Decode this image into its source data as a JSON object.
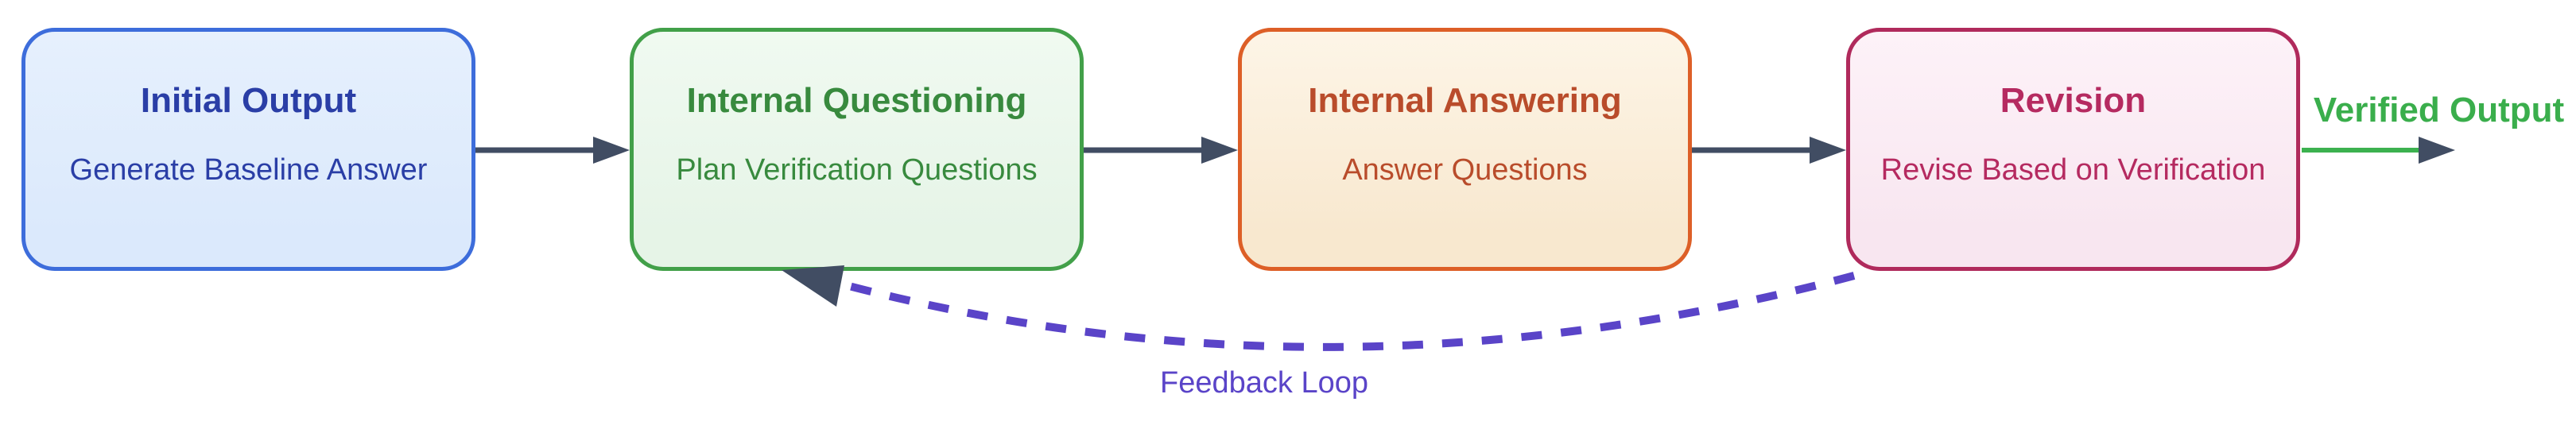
{
  "diagram": {
    "nodes": [
      {
        "id": "initial-output",
        "title": "Initial Output",
        "subtitle": "Generate Baseline Answer",
        "fill": "#dbe9fc",
        "fill_light": "#e6f0fd",
        "border": "#3d6ddb",
        "text_color": "#2a3ea6"
      },
      {
        "id": "internal-questioning",
        "title": "Internal Questioning",
        "subtitle": "Plan Verification Questions",
        "fill": "#e6f4e7",
        "fill_light": "#f0faf1",
        "border": "#42a049",
        "text_color": "#388a3e"
      },
      {
        "id": "internal-answering",
        "title": "Internal Answering",
        "subtitle": "Answer Questions",
        "fill": "#f8e8cf",
        "fill_light": "#fdf5e7",
        "border": "#dd5f27",
        "text_color": "#b94c2b"
      },
      {
        "id": "revision",
        "title": "Revision",
        "subtitle": "Revise Based on Verification",
        "fill": "#f8e6f0",
        "fill_light": "#fdf2f8",
        "border": "#b02a5c",
        "text_color": "#b52a60"
      }
    ],
    "edges": [
      {
        "from": "initial-output",
        "to": "internal-questioning",
        "style": "solid",
        "color": "#414d63"
      },
      {
        "from": "internal-questioning",
        "to": "internal-answering",
        "style": "solid",
        "color": "#414d63"
      },
      {
        "from": "internal-answering",
        "to": "revision",
        "style": "solid",
        "color": "#414d63"
      },
      {
        "from": "revision",
        "to": "verified-output",
        "style": "solid",
        "color": "#3cb14f",
        "label": "Verified Output"
      },
      {
        "from": "revision",
        "to": "internal-questioning",
        "style": "dashed",
        "color": "#5a44c8",
        "label": "Feedback Loop"
      }
    ],
    "colors": {
      "arrowhead": "#414d63",
      "verified_label": "#3aae4c",
      "feedback_label": "#5a44c8",
      "background": "#ffffff"
    }
  }
}
